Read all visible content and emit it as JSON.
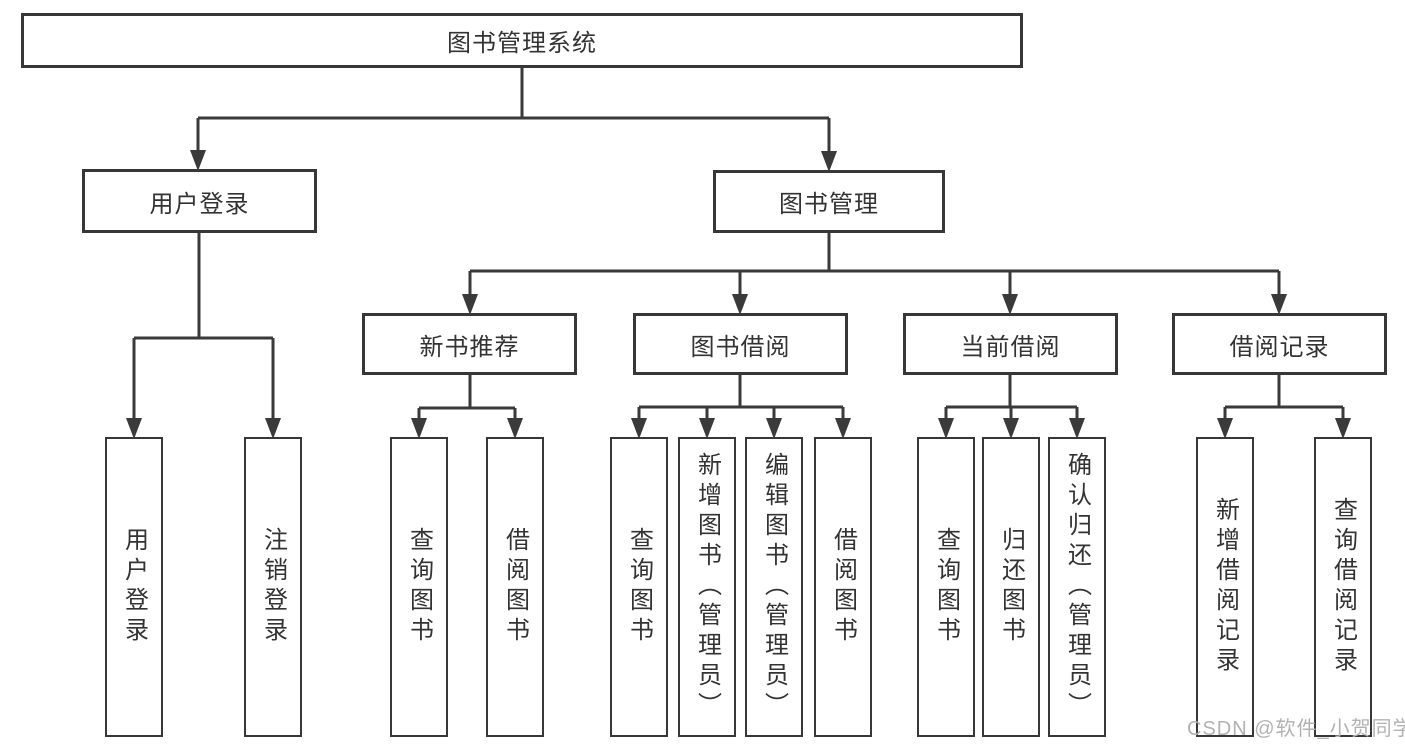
{
  "tree": {
    "root": {
      "label": "图书管理系统",
      "children": [
        {
          "label": "用户登录",
          "children": [
            {
              "label": "用户登录"
            },
            {
              "label": "注销登录"
            }
          ]
        },
        {
          "label": "图书管理",
          "children": [
            {
              "label": "新书推荐",
              "children": [
                {
                  "label": "查询图书"
                },
                {
                  "label": "借阅图书"
                }
              ]
            },
            {
              "label": "图书借阅",
              "children": [
                {
                  "label": "查询图书"
                },
                {
                  "label": "新增图书（管理员）"
                },
                {
                  "label": "编辑图书（管理员）"
                },
                {
                  "label": "借阅图书"
                }
              ]
            },
            {
              "label": "当前借阅",
              "children": [
                {
                  "label": "查询图书"
                },
                {
                  "label": "归还图书"
                },
                {
                  "label": "确认归还（管理员）"
                }
              ]
            },
            {
              "label": "借阅记录",
              "children": [
                {
                  "label": "新增借阅记录"
                },
                {
                  "label": "查询借阅记录"
                }
              ]
            }
          ]
        }
      ]
    }
  },
  "watermark": {
    "text": "CSDN @软件_小贺同学"
  },
  "colors": {
    "line": "#3a3a3a",
    "text": "#333333",
    "background": "#ffffff",
    "watermark": "#b2b2b2"
  }
}
